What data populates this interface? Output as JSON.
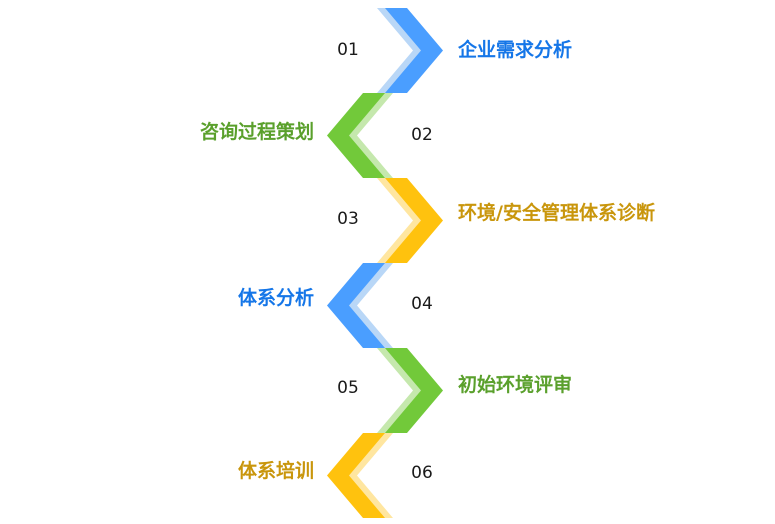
{
  "colors": {
    "blue": "#4a9eff",
    "blue_light": "#b9d7f7",
    "blue_text": "#1576e8",
    "green": "#72c93a",
    "green_light": "#c5e8ad",
    "green_text": "#5aa02c",
    "yellow": "#ffc20e",
    "yellow_light": "#ffe6a0",
    "yellow_text": "#c9960c"
  },
  "steps": [
    {
      "number": "01",
      "label": "企业需求分析",
      "color": "blue"
    },
    {
      "number": "02",
      "label": "咨询过程策划",
      "color": "green"
    },
    {
      "number": "03",
      "label": "环境/安全管理体系诊断",
      "color": "yellow"
    },
    {
      "number": "04",
      "label": "体系分析",
      "color": "blue"
    },
    {
      "number": "05",
      "label": "初始环境评审",
      "color": "green"
    },
    {
      "number": "06",
      "label": "体系培训",
      "color": "yellow"
    }
  ]
}
